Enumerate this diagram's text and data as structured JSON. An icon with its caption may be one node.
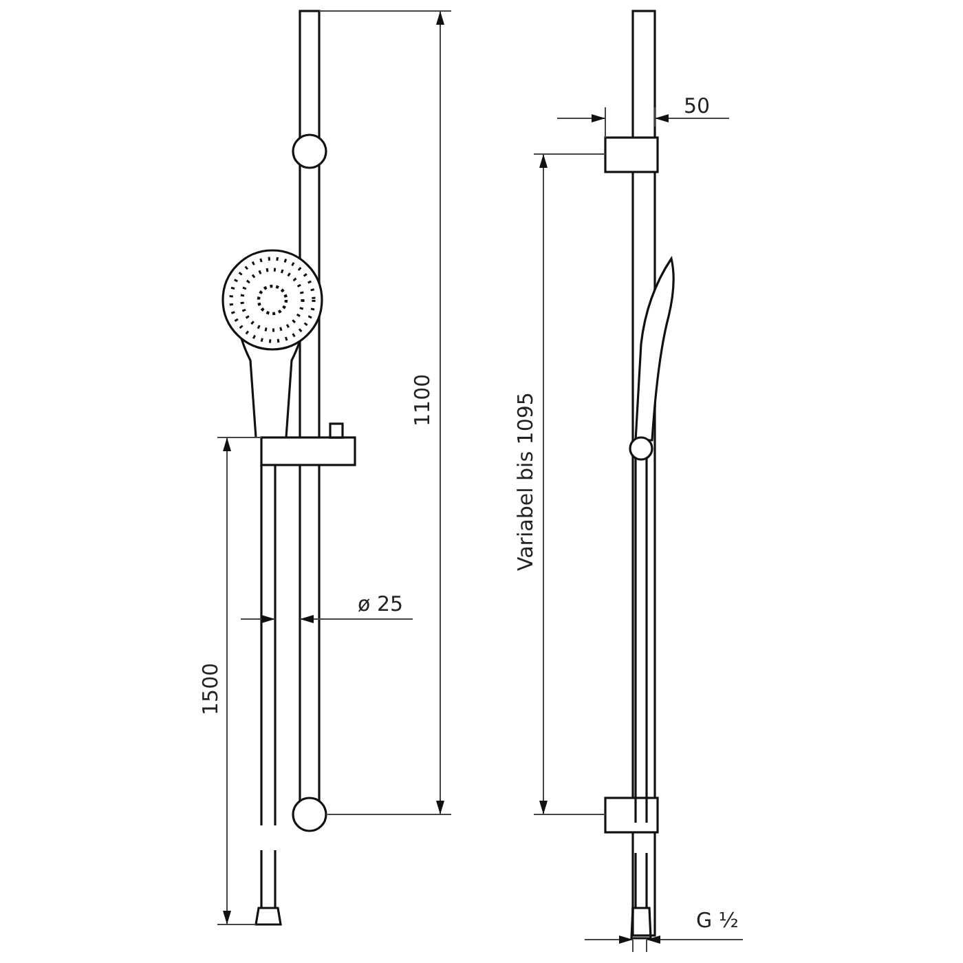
{
  "diagram": {
    "labels": [
      "50",
      "1100",
      "Variabel bis 1095",
      "ø 25",
      "1500",
      "G ½"
    ]
  }
}
